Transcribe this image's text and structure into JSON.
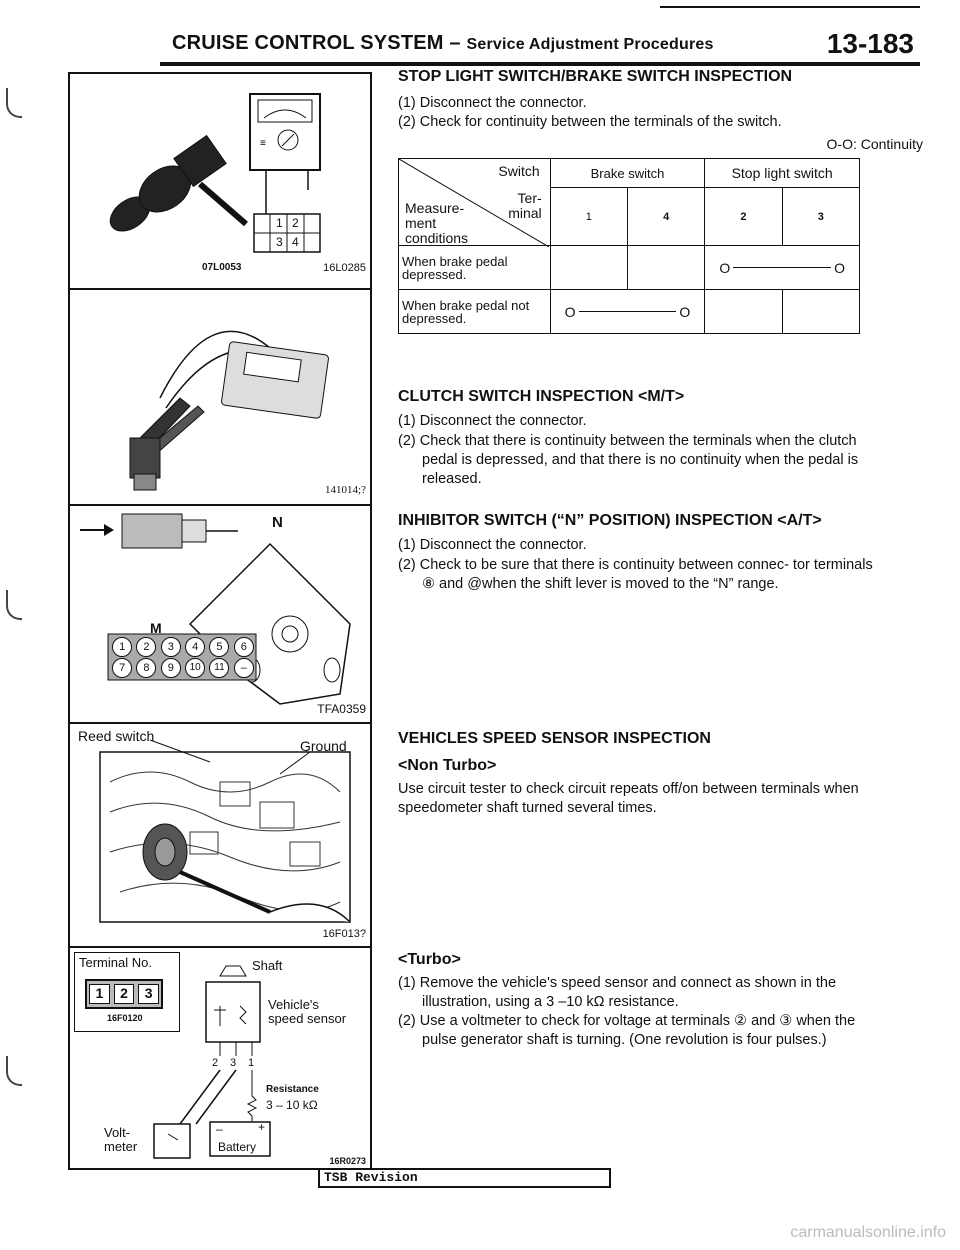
{
  "header": {
    "title_main": "CRUISE CONTROL SYSTEM",
    "title_dash": "–",
    "title_sub": "Service Adjustment Procedures",
    "page_number": "13-183"
  },
  "figures": {
    "fig1": {
      "code_a": "07L0053",
      "code_b": "16L0285",
      "pins": [
        "1",
        "2",
        "3",
        "4"
      ]
    },
    "fig2": {
      "code": "141014;?"
    },
    "fig3": {
      "code": "TFA0359",
      "label_n": "N",
      "label_m": "M",
      "pins_row1": [
        "1",
        "2",
        "3",
        "4",
        "5",
        "6"
      ],
      "pins_row2": [
        "7",
        "8",
        "9",
        "10",
        "11",
        "–"
      ]
    },
    "fig4": {
      "code": "16F013?",
      "label_reed": "Reed switch",
      "label_ground": "Ground"
    },
    "fig5": {
      "code": "16R0273",
      "code_inset": "16F0120",
      "label_terminal": "Terminal No.",
      "pins": [
        "1",
        "2",
        "3"
      ],
      "label_shaft": "Shaft",
      "label_sensor": "Vehicle's speed sensor",
      "label_resistance": "Resistance",
      "label_resistance_value": "3 – 10 kΩ",
      "label_volt": "Volt- meter",
      "label_battery": "Battery",
      "label_plus": "+",
      "label_minus": "–",
      "circled": [
        "2",
        "3",
        "1"
      ]
    }
  },
  "stoplight": {
    "title": "STOP LIGHT SWITCH/BRAKE SWITCH INSPECTION",
    "step1": "(1) Disconnect the connector.",
    "step2": "(2) Check for continuity between the terminals of the switch.",
    "legend": "O-O: Continuity",
    "table": {
      "diag_switch": "Switch",
      "diag_terminal": "Ter- minal",
      "diag_conditions": "Measure- ment conditions",
      "col_brake": "Brake switch",
      "col_stop": "Stop light switch",
      "terminals": [
        "1",
        "4",
        "2",
        "3"
      ],
      "row1_label": "When brake pedal depressed.",
      "row2_label": "When brake pedal not depressed.",
      "continuity_symbol": "O"
    }
  },
  "clutch": {
    "title": "CLUTCH SWITCH INSPECTION <M/T>",
    "step1": "(1) Disconnect the connector.",
    "step2": "(2) Check that there is continuity between the terminals when the clutch pedal is depressed, and that there is no continuity when the pedal is released."
  },
  "inhibitor": {
    "title": "INHIBITOR SWITCH (“N” POSITION) INSPECTION <A/T>",
    "step1": "(1) Disconnect the connector.",
    "step2": "(2) Check to be sure that there is continuity between connec- tor terminals ⑧ and @when the shift lever is moved to the “N” range."
  },
  "vss": {
    "title": "VEHICLES SPEED SENSOR INSPECTION",
    "subtitle_nonturbo": "<Non Turbo>",
    "para_nonturbo": "Use circuit tester to check circuit repeats off/on between terminals when speedometer shaft turned several times.",
    "subtitle_turbo": "<Turbo>",
    "step1": "(1) Remove the vehicle's speed sensor and connect as shown in the illustration, using a 3 –10 kΩ resistance.",
    "step2": "(2) Use a voltmeter to check for voltage at terminals ② and ③ when the pulse generator shaft is turning. (One revolution is four pulses.)"
  },
  "footer": {
    "tsb": "TSB Revision",
    "watermark": "carmanualsonline.info"
  }
}
